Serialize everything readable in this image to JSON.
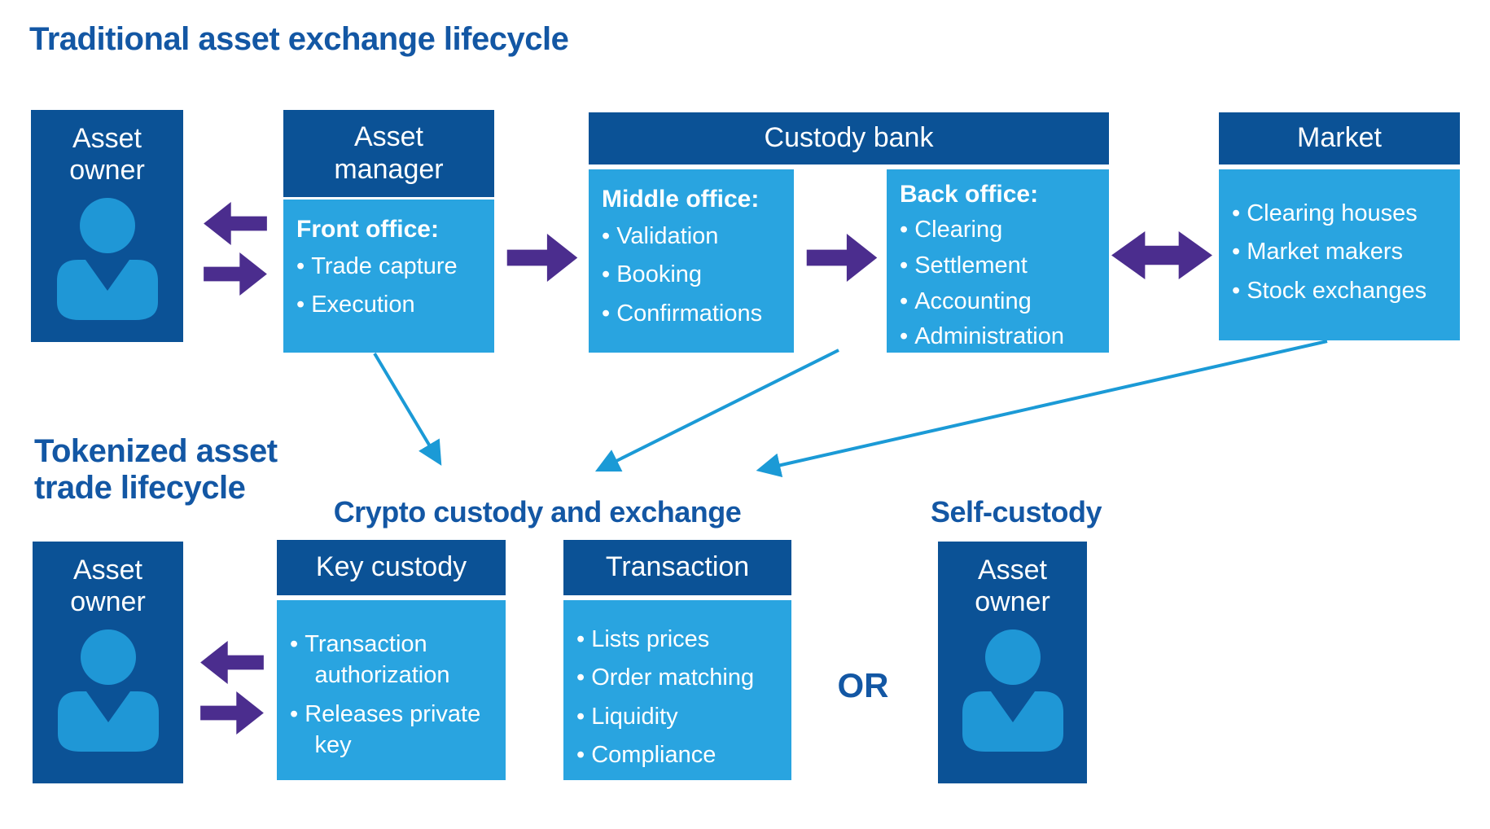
{
  "colors": {
    "dark_blue": "#0b5296",
    "light_blue": "#29a4e0",
    "purple": "#4b2d8e",
    "title_blue": "#1357a4",
    "arrow_blue": "#1b9ad6",
    "icon_blue": "#1f97d6"
  },
  "traditional": {
    "title": "Traditional asset exchange lifecycle",
    "asset_owner_label": "Asset owner",
    "asset_manager": {
      "title": "Asset manager",
      "office_label": "Front office:",
      "bullets": [
        "Trade capture",
        "Execution"
      ]
    },
    "custody_bank": {
      "title": "Custody bank",
      "middle_office": {
        "office_label": "Middle office:",
        "bullets": [
          "Validation",
          "Booking",
          "Confirmations"
        ]
      },
      "back_office": {
        "office_label": "Back office:",
        "bullets": [
          "Clearing",
          "Settlement",
          "Accounting",
          "Administration"
        ]
      }
    },
    "market": {
      "title": "Market",
      "bullets": [
        "Clearing houses",
        "Market makers",
        "Stock exchanges"
      ]
    }
  },
  "tokenized": {
    "title_line1": "Tokenized asset",
    "title_line2": "trade lifecycle",
    "crypto_heading": "Crypto custody and exchange",
    "self_custody_heading": "Self-custody",
    "asset_owner_label": "Asset owner",
    "key_custody": {
      "title": "Key custody",
      "bullets": [
        "Transaction authorization",
        "Releases private key"
      ]
    },
    "transaction": {
      "title": "Transaction",
      "bullets": [
        "Lists prices",
        "Order matching",
        "Liquidity",
        "Compliance"
      ]
    },
    "or_label": "OR",
    "asset_owner_right_label": "Asset owner"
  }
}
